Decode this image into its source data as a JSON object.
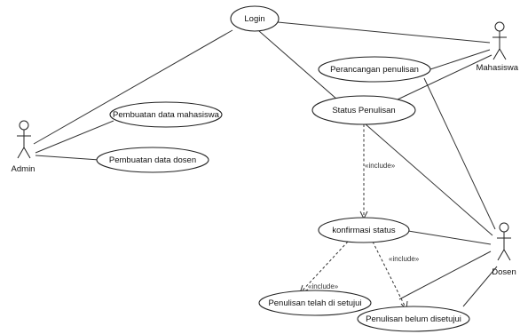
{
  "use_cases": {
    "login": "Login",
    "perancangan": "Perancangan penulisan",
    "status": "Status Penulisan",
    "mahasiswa_data": "Pembuatan data mahasiswa",
    "dosen_data": "Pembuatan data dosen",
    "konfirmasi": "konfirmasi status",
    "disetujui": "Penulisan telah di setujui",
    "belum": "Penulisan belum disetujui"
  },
  "actors": {
    "admin": "Admin",
    "mahasiswa": "Mahasiswa",
    "dosen": "Dosen"
  },
  "stereotypes": {
    "include_1": "«include»",
    "include_2": "«include»",
    "include_3": "«include»"
  }
}
